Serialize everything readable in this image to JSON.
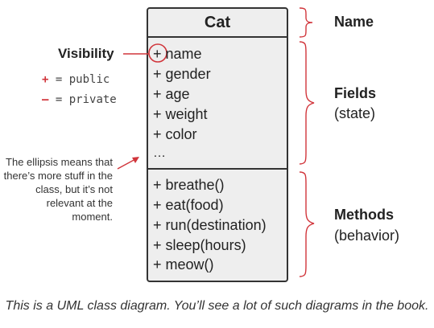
{
  "class_box": {
    "name": "Cat",
    "fields": [
      "+ name",
      "+ gender",
      "+ age",
      "+ weight",
      "+ color",
      "…"
    ],
    "methods": [
      "+ breathe()",
      "+ eat(food)",
      "+ run(destination)",
      "+ sleep(hours)",
      "+ meow()"
    ]
  },
  "annotations": {
    "name_label": "Name",
    "fields_label": "Fields",
    "fields_sub": "(state)",
    "methods_label": "Methods",
    "methods_sub": "(behavior)",
    "visibility_label": "Visibility",
    "legend": [
      {
        "symbol": "+",
        "text": " = public"
      },
      {
        "symbol": "–",
        "text": " = private"
      }
    ],
    "ellipsis_note": "The ellipsis means that there’s more stuff in the class, but it’s not relevant at the moment."
  },
  "caption": "This is a UML class diagram. You’ll see a lot of such diagrams in the book.",
  "colors": {
    "accent": "#d1353b",
    "box_fill": "#eeeeee",
    "box_stroke": "#333333"
  }
}
